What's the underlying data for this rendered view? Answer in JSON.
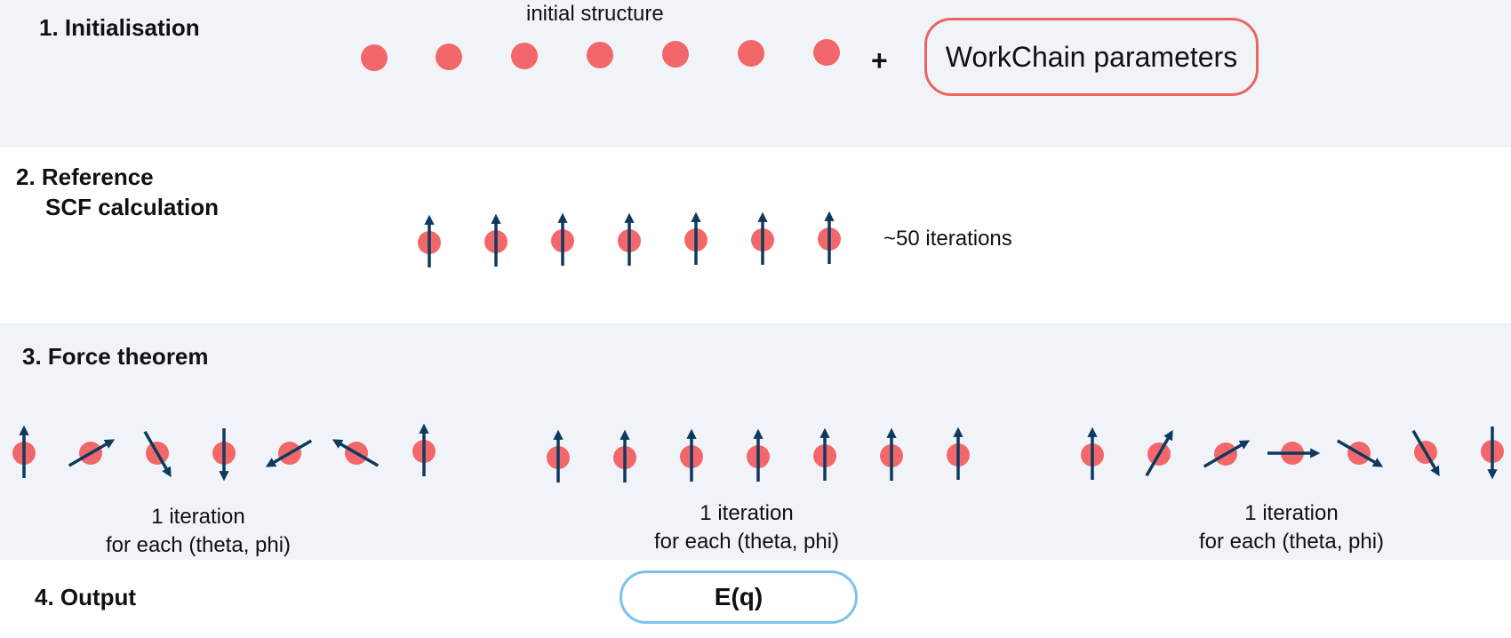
{
  "colors": {
    "atom": "#f2686a",
    "arrow": "#0d3a5e",
    "band": "#f0f3f8",
    "params_border": "#ec6560",
    "output_border": "#7cc1f0"
  },
  "step1": {
    "label": "1. Initialisation",
    "structure_label": "initial structure",
    "plus": "+",
    "params_box": "WorkChain parameters"
  },
  "step2": {
    "label_line1": "2. Reference",
    "label_line2": "SCF calculation",
    "iterations": "~50 iterations"
  },
  "step3": {
    "label": "3. Force theorem",
    "groups": [
      {
        "caption_line1": "1 iteration",
        "caption_line2": "for each (theta, phi)",
        "spin_angles_deg": [
          0,
          60,
          150,
          180,
          240,
          300,
          0
        ]
      },
      {
        "caption_line1": "1 iteration",
        "caption_line2": "for each (theta, phi)",
        "spin_angles_deg": [
          0,
          0,
          0,
          0,
          0,
          0,
          0
        ]
      },
      {
        "caption_line1": "1 iteration",
        "caption_line2": "for each (theta, phi)",
        "spin_angles_deg": [
          0,
          30,
          60,
          90,
          120,
          150,
          180
        ]
      }
    ]
  },
  "step4": {
    "label": "4. Output",
    "output_box": "E(q)"
  }
}
